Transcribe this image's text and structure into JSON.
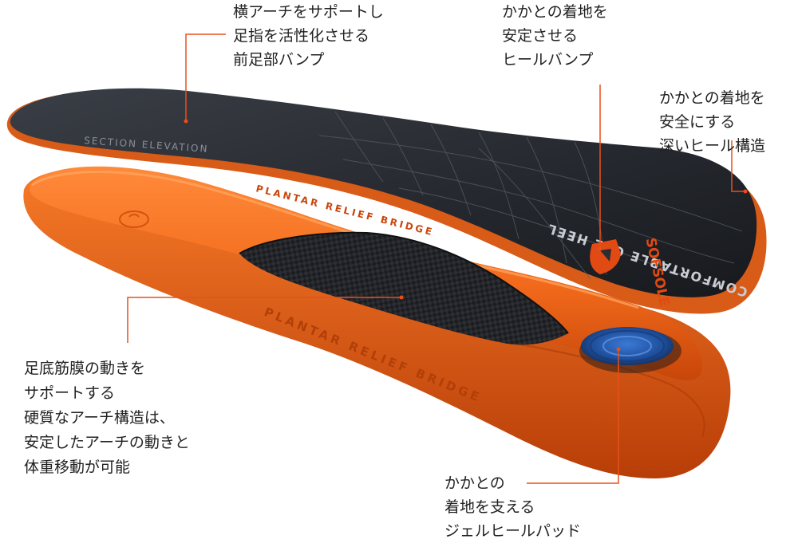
{
  "callouts": {
    "forefoot_pump": [
      "横アーチをサポートし",
      "足指を活性化させる",
      "前足部バンプ"
    ],
    "heel_bump": [
      "かかとの着地を",
      "安定させる",
      "ヒールバンプ"
    ],
    "deep_heel": [
      "かかとの着地を",
      "安全にする",
      "深いヒール構造"
    ],
    "arch_bridge": [
      "足底筋膜の動きを",
      "サポートする",
      "硬質なアーチ構造は、",
      "安定したアーチの動きと",
      "体重移動が可能"
    ],
    "gel_heel_pad": [
      "かかとの",
      "着地を支える",
      "ジェルヒールパッド"
    ]
  },
  "insole": {
    "top_text": "SECTION ELEVATION",
    "heel_text": "COMFORTABLE GEL HEEL",
    "brand_text": "SOFSOLE",
    "bridge_text_upper": "PLANTAR RELIEF BRIDGE",
    "bridge_text_side": "PLANTAR RELIEF BRIDGE"
  },
  "colors": {
    "leader_line": "#e8501a",
    "orange": "#f26a1b",
    "orange_dark": "#c8460a",
    "top_sheet": "#2a2d33",
    "gel_pad": "#1f4f9c",
    "text": "#222222"
  }
}
